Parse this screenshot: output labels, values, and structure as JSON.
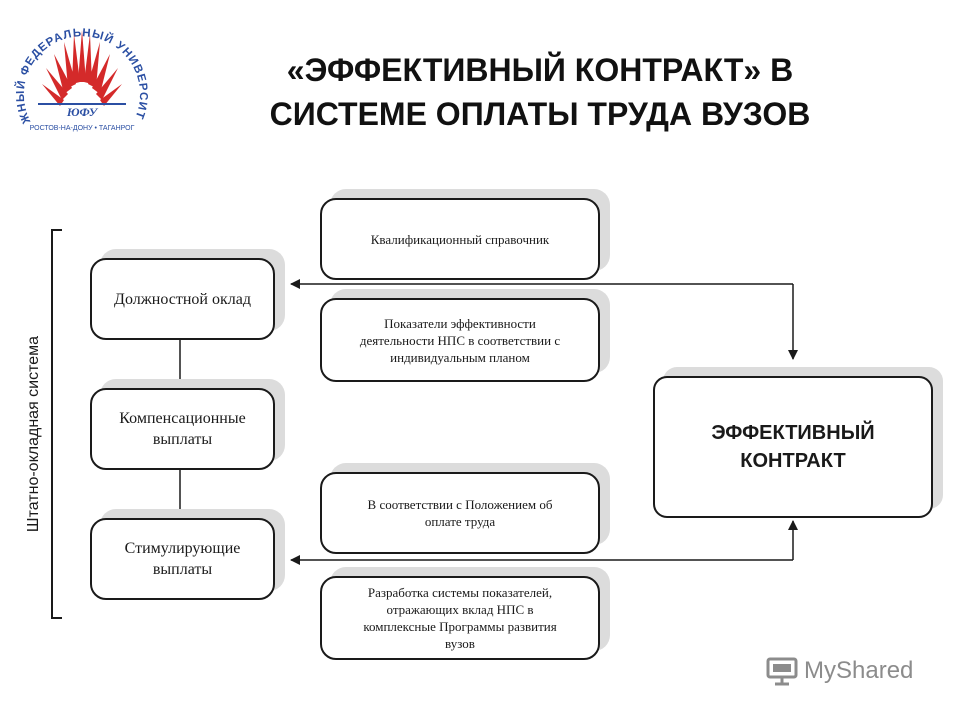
{
  "header": {
    "title_line1": "«ЭФФЕКТИВНЫЙ КОНТРАКТ» В",
    "title_line2": "СИСТЕМЕ ОПЛАТЫ ТРУДА ВУЗОВ"
  },
  "logo": {
    "ring_text": "ЮЖНЫЙ ФЕДЕРАЛЬНЫЙ УНИВЕРСИТЕТ",
    "inner_text": "ЮФУ",
    "city_text": "РОСТОВ-НА-ДОНУ • ТАГАНРОГ"
  },
  "diagram": {
    "vertical_label": "Штатно-окладная система",
    "left_boxes": [
      {
        "lines": [
          "Должностной оклад"
        ]
      },
      {
        "lines": [
          "Компенсационные",
          "выплаты"
        ]
      },
      {
        "lines": [
          "Стимулирующие",
          "выплаты"
        ]
      }
    ],
    "middle_boxes": [
      {
        "lines": [
          "Квалификационный справочник"
        ]
      },
      {
        "lines": [
          "Показатели эффективности",
          "деятельности НПС в соответствии с",
          "индивидуальным планом"
        ]
      },
      {
        "lines": [
          "В соответствии с Положением об",
          "оплате труда"
        ]
      },
      {
        "lines": [
          "Разработка системы показателей,",
          "отражающих вклад НПС в",
          "комплексные Программы развития",
          "вузов"
        ]
      }
    ],
    "main_box": {
      "lines": [
        "ЭФФЕКТИВНЫЙ",
        "КОНТРАКТ"
      ]
    }
  },
  "watermark": {
    "text": "MyShared"
  },
  "colors": {
    "logo_red": "#d42a2a",
    "logo_blue": "#2b4fa3",
    "line": "#1a1a1a",
    "shadow": "#dcdcdc",
    "watermark": "#8c8c8c"
  }
}
